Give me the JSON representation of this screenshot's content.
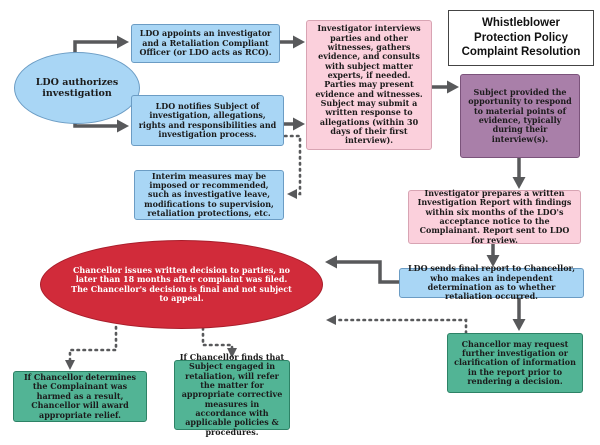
{
  "title": "Whistleblower Protection Policy Complaint Resolution",
  "nodes": {
    "authorize": "LDO authorizes investigation",
    "appoint": "LDO appoints an investigator and a Retaliation Compliant Officer (or LDO acts as RCO).",
    "notify": "LDO notifies Subject of investigation, allegations, rights and responsibilities and investigation process.",
    "interim": "Interim measures may be imposed or recommended, such as investigative leave, modifications to supervision, retaliation protections, etc.",
    "interviews": "Investigator interviews parties and other witnesses, gathers evidence, and consults with subject matter experts, if needed. Parties may present evidence and witnesses. Subject may submit a written response to allegations (within 30 days of their first interview).",
    "subject_opportunity": "Subject provided the opportunity to respond to material points of evidence, typically during their interview(s).",
    "report": "Investigator prepares a written Investigation Report with findings within six months of the LDO's acceptance notice to the Complainant. Report sent to LDO for review.",
    "final_report": "LDO sends final report to Chancellor, who makes an independent determination as to whether retaliation occurred.",
    "decision": "Chancellor issues written decision to parties, no later than 18 months after complaint was filed. The Chancellor's decision is final and not subject to appeal.",
    "further_investigation": "Chancellor may request further investigation or clarification of information in the report prior to rendering a decision.",
    "harmed": "If Chancellor determines the Complainant was harmed as a result, Chancellor will award appropriate relief.",
    "retaliation": "If Chancellor finds that Subject engaged in retaliation, will refer the matter for appropriate corrective measures in accordance with applicable policies & procedures."
  },
  "colors": {
    "blue": "#a9d6f5",
    "pink": "#fbd0dc",
    "purple": "#a97fa9",
    "red": "#d12b3a",
    "teal": "#52b495",
    "connector": "#58595b"
  }
}
